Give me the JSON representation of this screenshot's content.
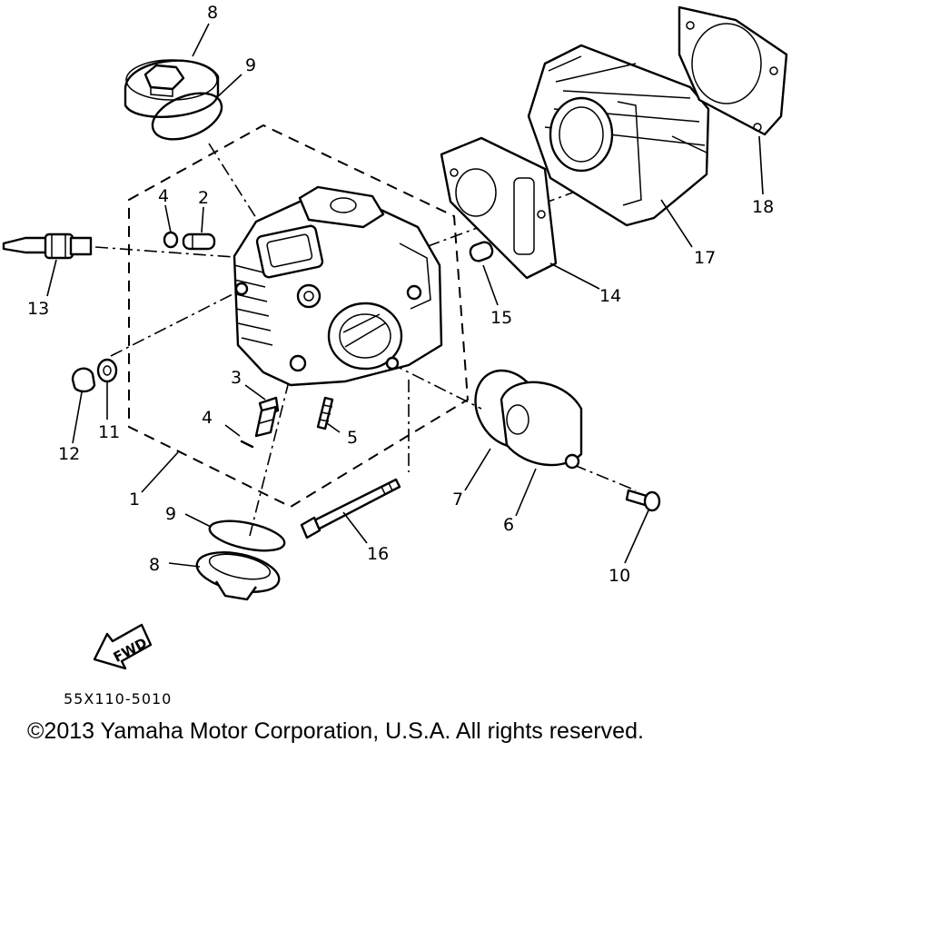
{
  "diagram": {
    "callouts": [
      {
        "id": "c8a",
        "text": "8"
      },
      {
        "id": "c9a",
        "text": "9"
      },
      {
        "id": "c4a",
        "text": "4"
      },
      {
        "id": "c2",
        "text": "2"
      },
      {
        "id": "c13",
        "text": "13"
      },
      {
        "id": "c3",
        "text": "3"
      },
      {
        "id": "c4b",
        "text": "4"
      },
      {
        "id": "c5",
        "text": "5"
      },
      {
        "id": "c12",
        "text": "12"
      },
      {
        "id": "c11",
        "text": "11"
      },
      {
        "id": "c1",
        "text": "1"
      },
      {
        "id": "c9b",
        "text": "9"
      },
      {
        "id": "c8b",
        "text": "8"
      },
      {
        "id": "c16",
        "text": "16"
      },
      {
        "id": "c7",
        "text": "7"
      },
      {
        "id": "c6",
        "text": "6"
      },
      {
        "id": "c10",
        "text": "10"
      },
      {
        "id": "c15",
        "text": "15"
      },
      {
        "id": "c14",
        "text": "14"
      },
      {
        "id": "c17",
        "text": "17"
      },
      {
        "id": "c18",
        "text": "18"
      }
    ],
    "fwd_label": "FWD",
    "part_code": "55X110-5010",
    "copyright": "©2013 Yamaha Motor Corporation, U.S.A. All rights reserved."
  }
}
